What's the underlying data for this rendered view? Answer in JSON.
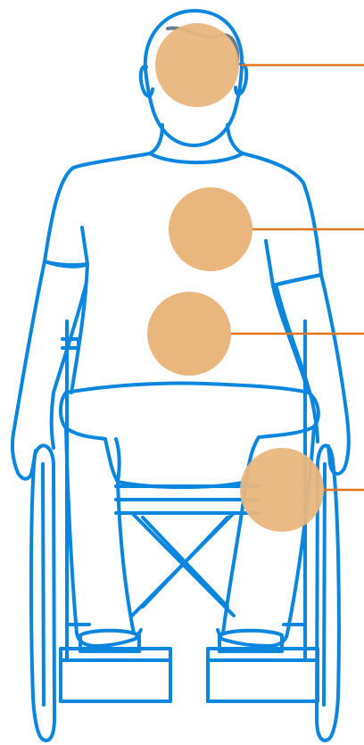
{
  "figure": {
    "kind": "wheelchair-user-outline",
    "colors": {
      "outline": "#0A86DE",
      "marker_fill": "#E9B67D",
      "leader_line": "#E0751C",
      "background": "#FFFFFF"
    },
    "markers": [
      {
        "name": "head-marker"
      },
      {
        "name": "chest-marker"
      },
      {
        "name": "abdomen-marker"
      },
      {
        "name": "knee-marker"
      }
    ]
  }
}
